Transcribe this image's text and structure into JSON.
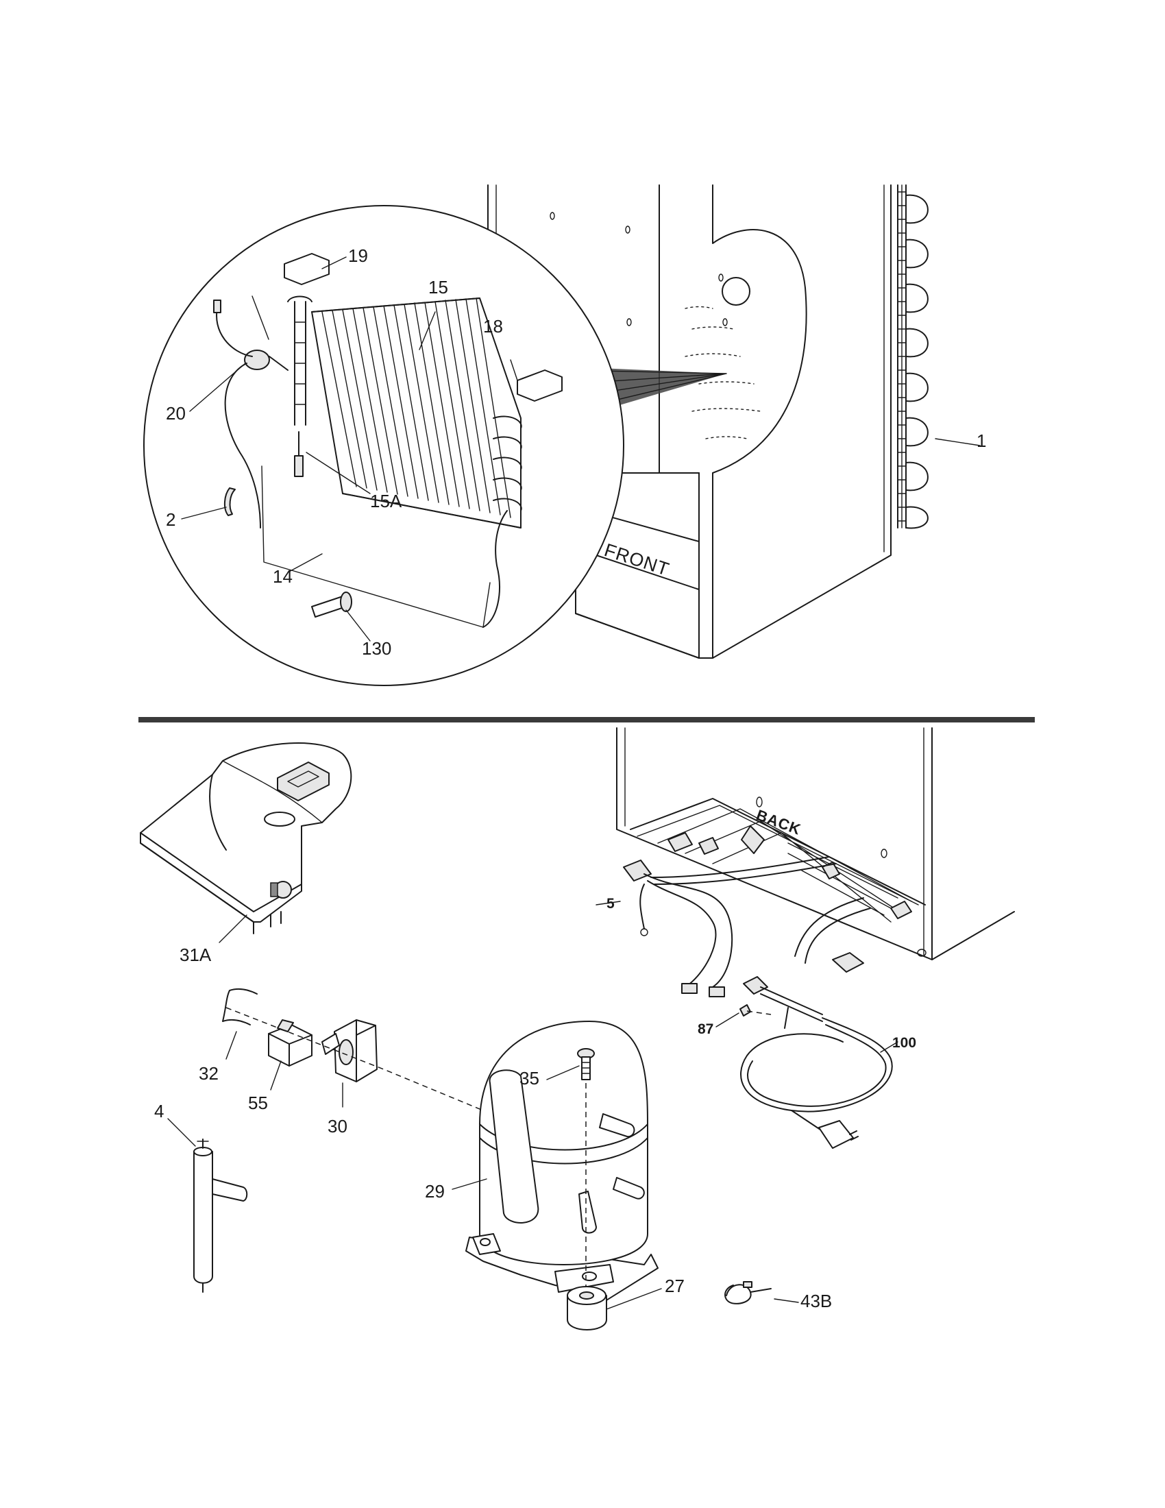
{
  "panel_labels": {
    "front": "FRONT",
    "back": "BACK"
  },
  "callouts": {
    "c1": "1",
    "c2": "2",
    "c4": "4",
    "c5": "5",
    "c14": "14",
    "c15": "15",
    "c15a": "15A",
    "c18": "18",
    "c19": "19",
    "c20": "20",
    "c27": "27",
    "c29": "29",
    "c30": "30",
    "c31a": "31A",
    "c32": "32",
    "c35": "35",
    "c43b": "43B",
    "c55": "55",
    "c87": "87",
    "c100": "100",
    "c130": "130"
  }
}
